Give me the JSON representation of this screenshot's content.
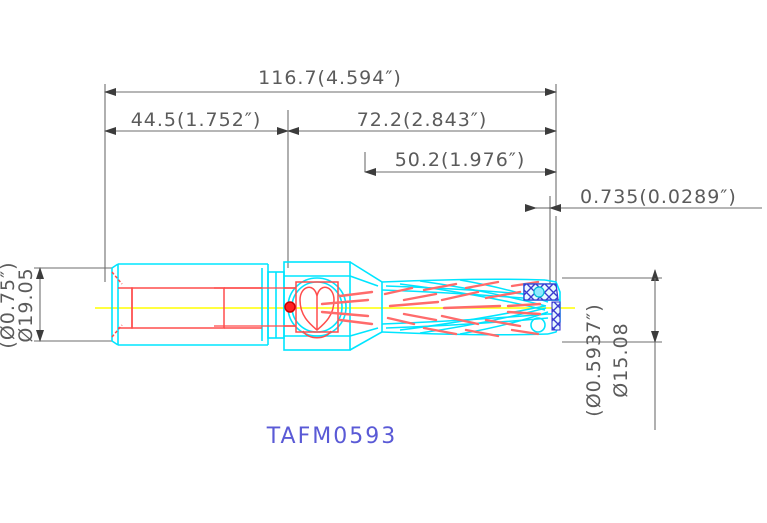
{
  "drawing": {
    "part_label": "TAFM0593",
    "colors": {
      "outline": "#00e5ff",
      "hidden": "#ff4d4d",
      "centerline": "#ffff00",
      "dimension": "#5b5b5b",
      "hatch": "#3a3ad0",
      "part_label": "#5a5ad6",
      "background": "#ffffff"
    },
    "dimensions": {
      "overall_length": "116.7(4.594″)",
      "shank_length": "44.5(1.752″)",
      "body_length": "72.2(2.843″)",
      "flute_length": "50.2(1.976″)",
      "tip_offset": "0.735(0.0289″)",
      "shank_diameter": "Ø19.05",
      "shank_diameter_inch": "(Ø0.75″)",
      "cutting_diameter": "Ø15.08",
      "cutting_diameter_inch": "(Ø0.5937″)"
    }
  }
}
